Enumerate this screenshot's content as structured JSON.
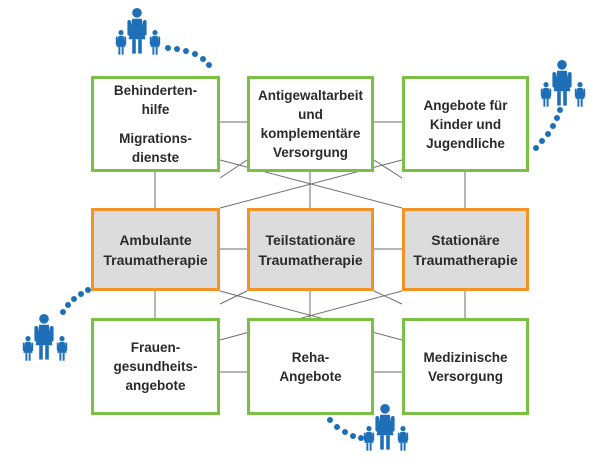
{
  "boxes": {
    "behindertenhilfe": "Behinderten-\nhilfe",
    "migrationsdienste": "Migrations-\ndienste",
    "antigewaltarbeit": "Antigewaltarbeit\nund\nkomplementäre\nVersorgung",
    "angebote_kinder": "Angebote für\nKinder und\nJugendliche",
    "ambulante": "Ambulante\nTraumatherapie",
    "teilstationaere": "Teilstationäre\nTraumatherapie",
    "stationaere": "Stationäre\nTraumatherapie",
    "frauen": "Frauen-\ngesundheits-\nangebote",
    "reha": "Reha-\nAngebote",
    "medizinische": "Medizinische\nVersorgung"
  },
  "colors": {
    "green_border": "#7ac143",
    "orange_border": "#f39325",
    "center_fill": "#dcdcdc",
    "family_blue": "#1e6fb8"
  },
  "icons": [
    "family-icon",
    "family-icon",
    "family-icon",
    "family-icon"
  ]
}
